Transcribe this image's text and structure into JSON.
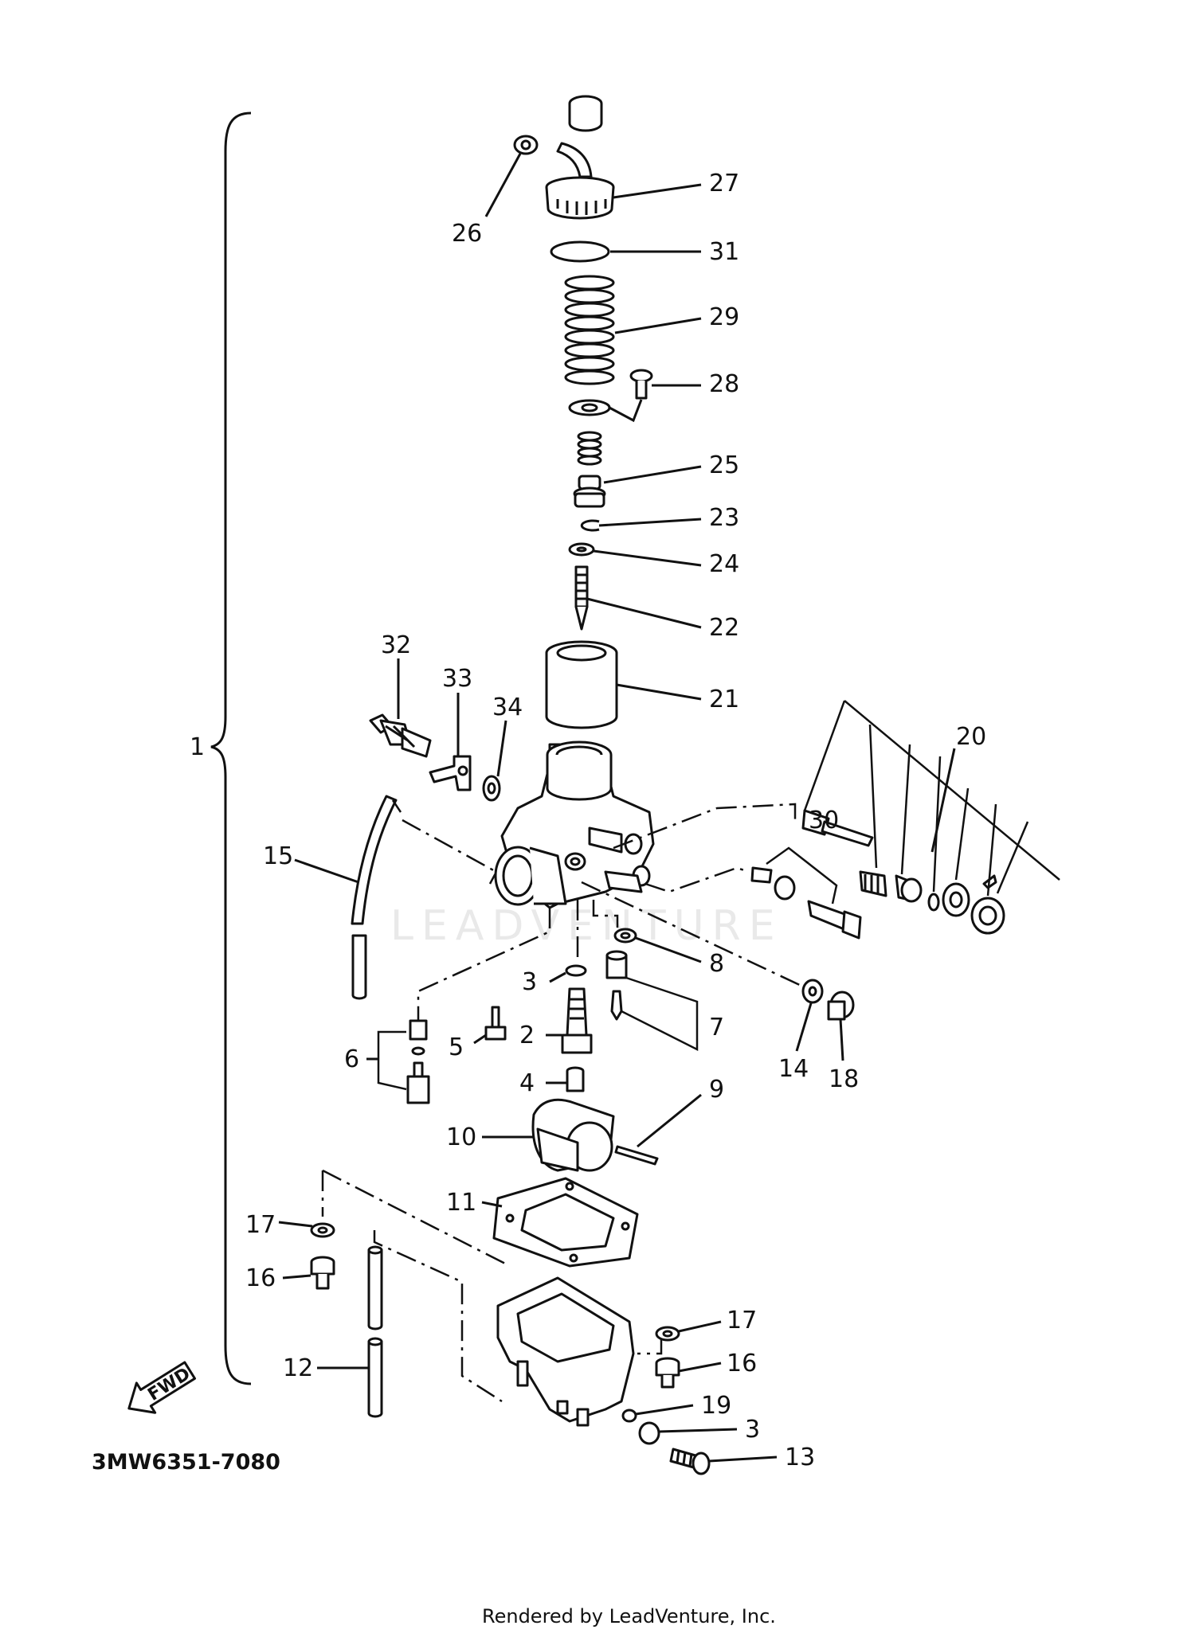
{
  "diagram": {
    "group_label": "1",
    "drawing_code": "3MW6351-7080",
    "watermark": "LEADVENTURE",
    "direction_badge": "FWD",
    "footer": "Rendered by LeadVenture, Inc.",
    "callouts": {
      "c2": "2",
      "c3a": "3",
      "c3b": "3",
      "c4": "4",
      "c5": "5",
      "c6": "6",
      "c7": "7",
      "c8": "8",
      "c9": "9",
      "c10": "10",
      "c11": "11",
      "c12": "12",
      "c13": "13",
      "c14": "14",
      "c15": "15",
      "c16a": "16",
      "c16b": "16",
      "c17a": "17",
      "c17b": "17",
      "c18": "18",
      "c19": "19",
      "c20": "20",
      "c21": "21",
      "c22": "22",
      "c23": "23",
      "c24": "24",
      "c25": "25",
      "c26": "26",
      "c27": "27",
      "c28": "28",
      "c29": "29",
      "c30": "30",
      "c31": "31",
      "c32": "32",
      "c33": "33",
      "c34": "34"
    }
  }
}
